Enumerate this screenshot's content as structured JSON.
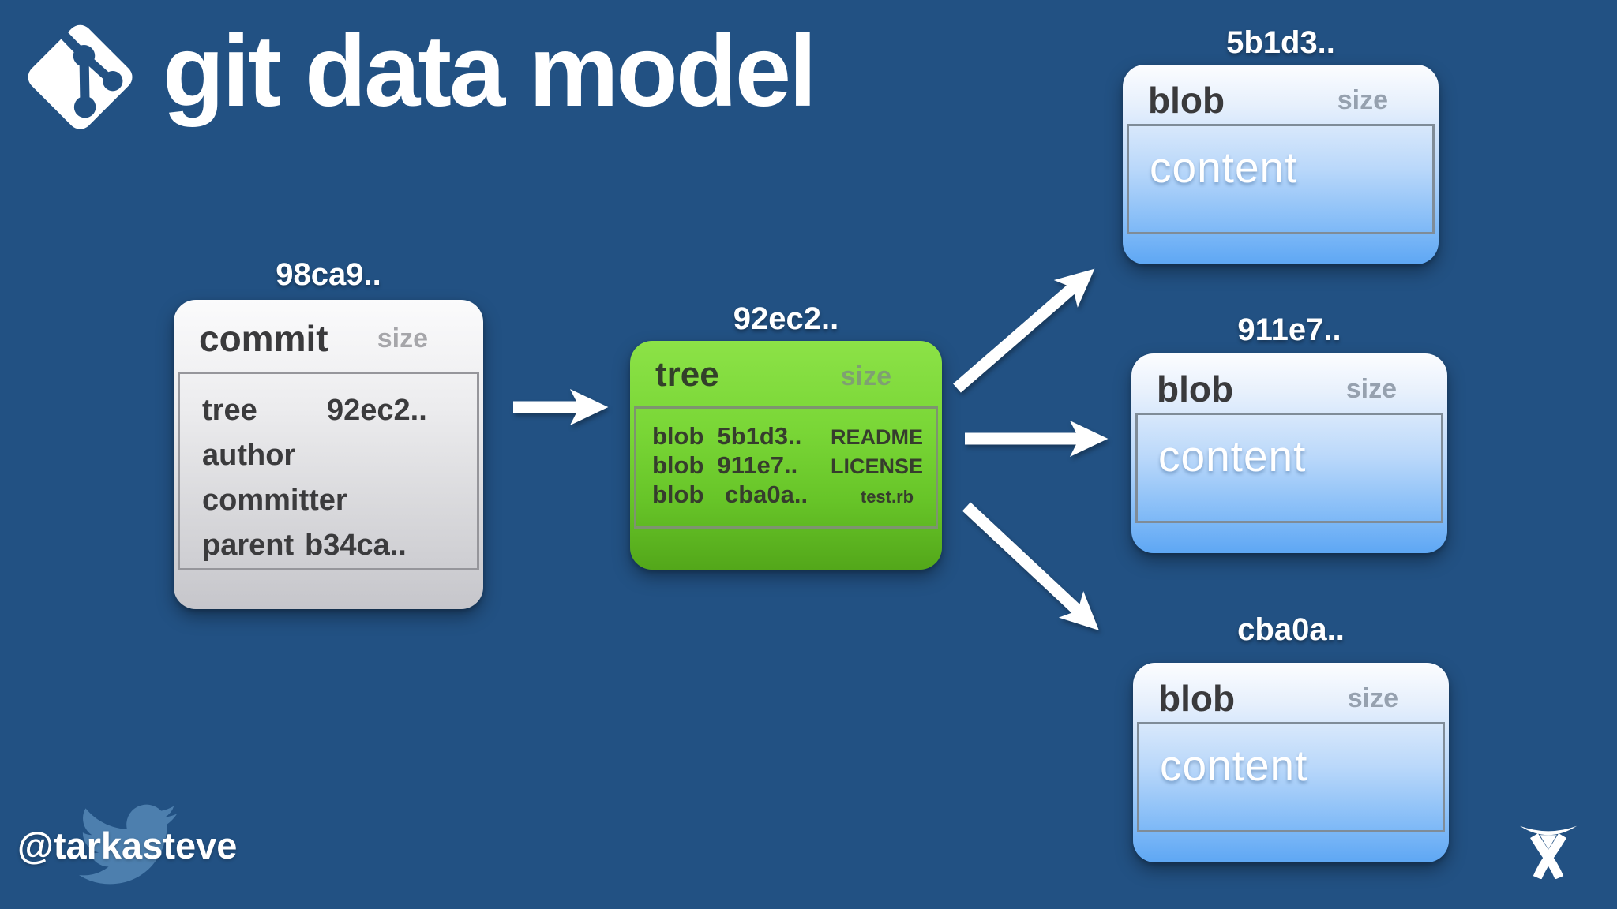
{
  "title": "git data model",
  "colors": {
    "background": "#225183",
    "commit_box_gray": "#d9d9dc",
    "tree_box_green": "#6fcb2d",
    "blob_box_blue": "#7db9f7",
    "text_dark": "#3b3b3d",
    "text_white": "#ffffff",
    "twitter_bird_blue": "#4d7fae"
  },
  "commit": {
    "hash_label": "98ca9..",
    "type_label": "commit",
    "size_label": "size",
    "rows": [
      {
        "key": "tree",
        "value": "92ec2.."
      },
      {
        "key": "author",
        "value": ""
      },
      {
        "key": "committer",
        "value": ""
      },
      {
        "key": "parent",
        "value": "b34ca.."
      }
    ]
  },
  "tree": {
    "hash_label": "92ec2..",
    "type_label": "tree",
    "size_label": "size",
    "entries": [
      {
        "type": "blob",
        "hash": "5b1d3..",
        "name": "README"
      },
      {
        "type": "blob",
        "hash": "911e7..",
        "name": "LICENSE"
      },
      {
        "type": "blob",
        "hash": "cba0a..",
        "name": "test.rb"
      }
    ]
  },
  "blobs": [
    {
      "hash_label": "5b1d3..",
      "type_label": "blob",
      "size_label": "size",
      "content_label": "content"
    },
    {
      "hash_label": "911e7..",
      "type_label": "blob",
      "size_label": "size",
      "content_label": "content"
    },
    {
      "hash_label": "cba0a..",
      "type_label": "blob",
      "size_label": "size",
      "content_label": "content"
    }
  ],
  "footer": {
    "twitter_handle": "@tarkasteve"
  },
  "icons": {
    "git_logo": "git-diamond-branch",
    "twitter": "twitter-bird",
    "atlassian": "atlassian-charlie"
  }
}
